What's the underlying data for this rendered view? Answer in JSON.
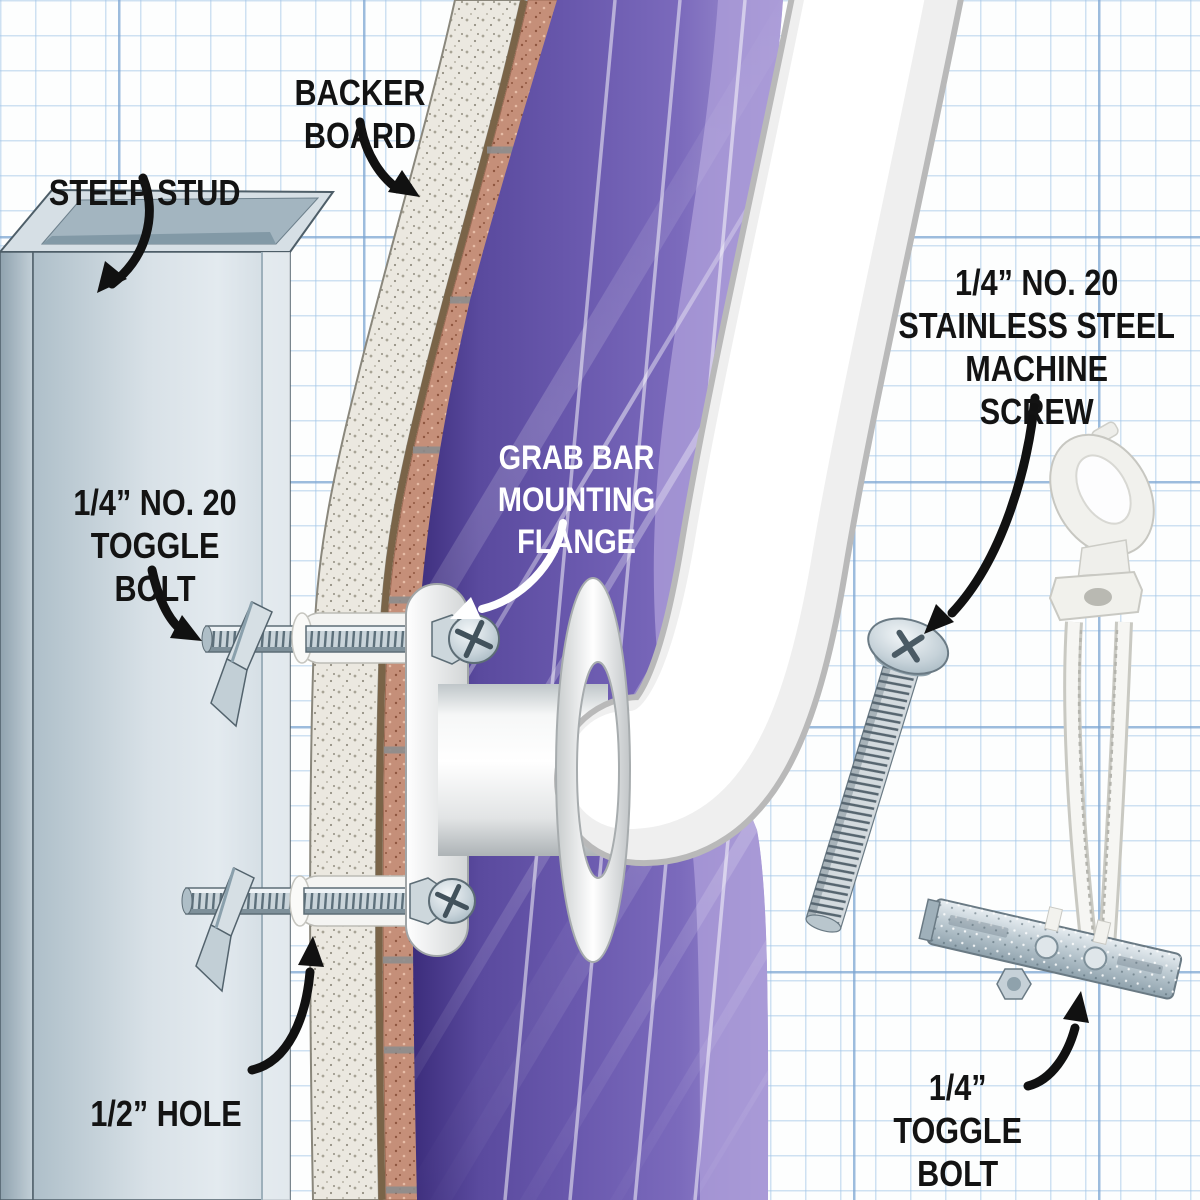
{
  "labels": {
    "steel_stud": "STEEP STUD",
    "backer_board": "BACKER\nBOARD",
    "toggle_bolt_left": "1/4” NO. 20\nTOGGLE\nBOLT",
    "grab_bar_flange": "GRAB BAR\nMOUNTING\nFLANGE",
    "machine_screw": "1/4” NO. 20\nSTAINLESS STEEL\nMACHINE\nSCREW",
    "half_inch_hole": "1/2” HOLE",
    "toggle_bolt_right": "1/4”\nTOGGLE\nBOLT"
  },
  "colors": {
    "paper": "#fdfefe",
    "grid_minor": "#cfe0f0",
    "grid_major": "#a9c8e4",
    "tile_purple": "#5a4a9e",
    "tile_purple_dark": "#3c2d7c",
    "tile_purple_light": "#a99bd6",
    "tile_body_pink": "#c58f79",
    "thinset_tan": "#7a6448",
    "grout_gray": "#8d8d8d",
    "backer_board": "#ebe8e0",
    "steel_stud": "#cfdae1",
    "stud_shadow": "#8fa2ae",
    "outline": "#4e5e68",
    "zinc_metal": "#c9d4da",
    "metal_dark": "#5d6d76",
    "grab_bar": "#ffffff",
    "grab_bar_shade": "#b9b9b9",
    "label_dark": "#131313",
    "label_light": "#ffffff",
    "arrow_black": "#111111"
  },
  "parts": [
    "steel-stud",
    "backer-board",
    "thinset-layer",
    "tile-body",
    "tile-surface",
    "toggle-bolt-upper",
    "toggle-bolt-lower",
    "toggle-wing-upper",
    "toggle-wing-lower",
    "sleeve-upper",
    "sleeve-lower",
    "mounting-flange-plate",
    "flange-screw-upper",
    "flange-screw-lower",
    "escutcheon-ring",
    "grab-bar-tube",
    "machine-screw-photo",
    "toggle-anchor-photo",
    "toggle-channel-bar"
  ]
}
